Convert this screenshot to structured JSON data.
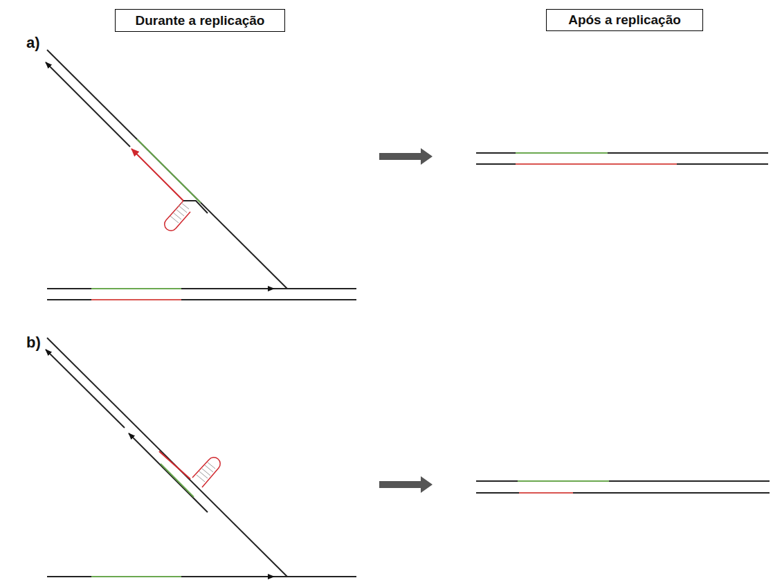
{
  "diagram": {
    "nodes": [
      {
        "text": [
          "Durante a replicação"
        ]
      },
      {
        "text": [
          "Após a replicação"
        ]
      }
    ],
    "labels": [
      "a)",
      "b)"
    ]
  }
}
